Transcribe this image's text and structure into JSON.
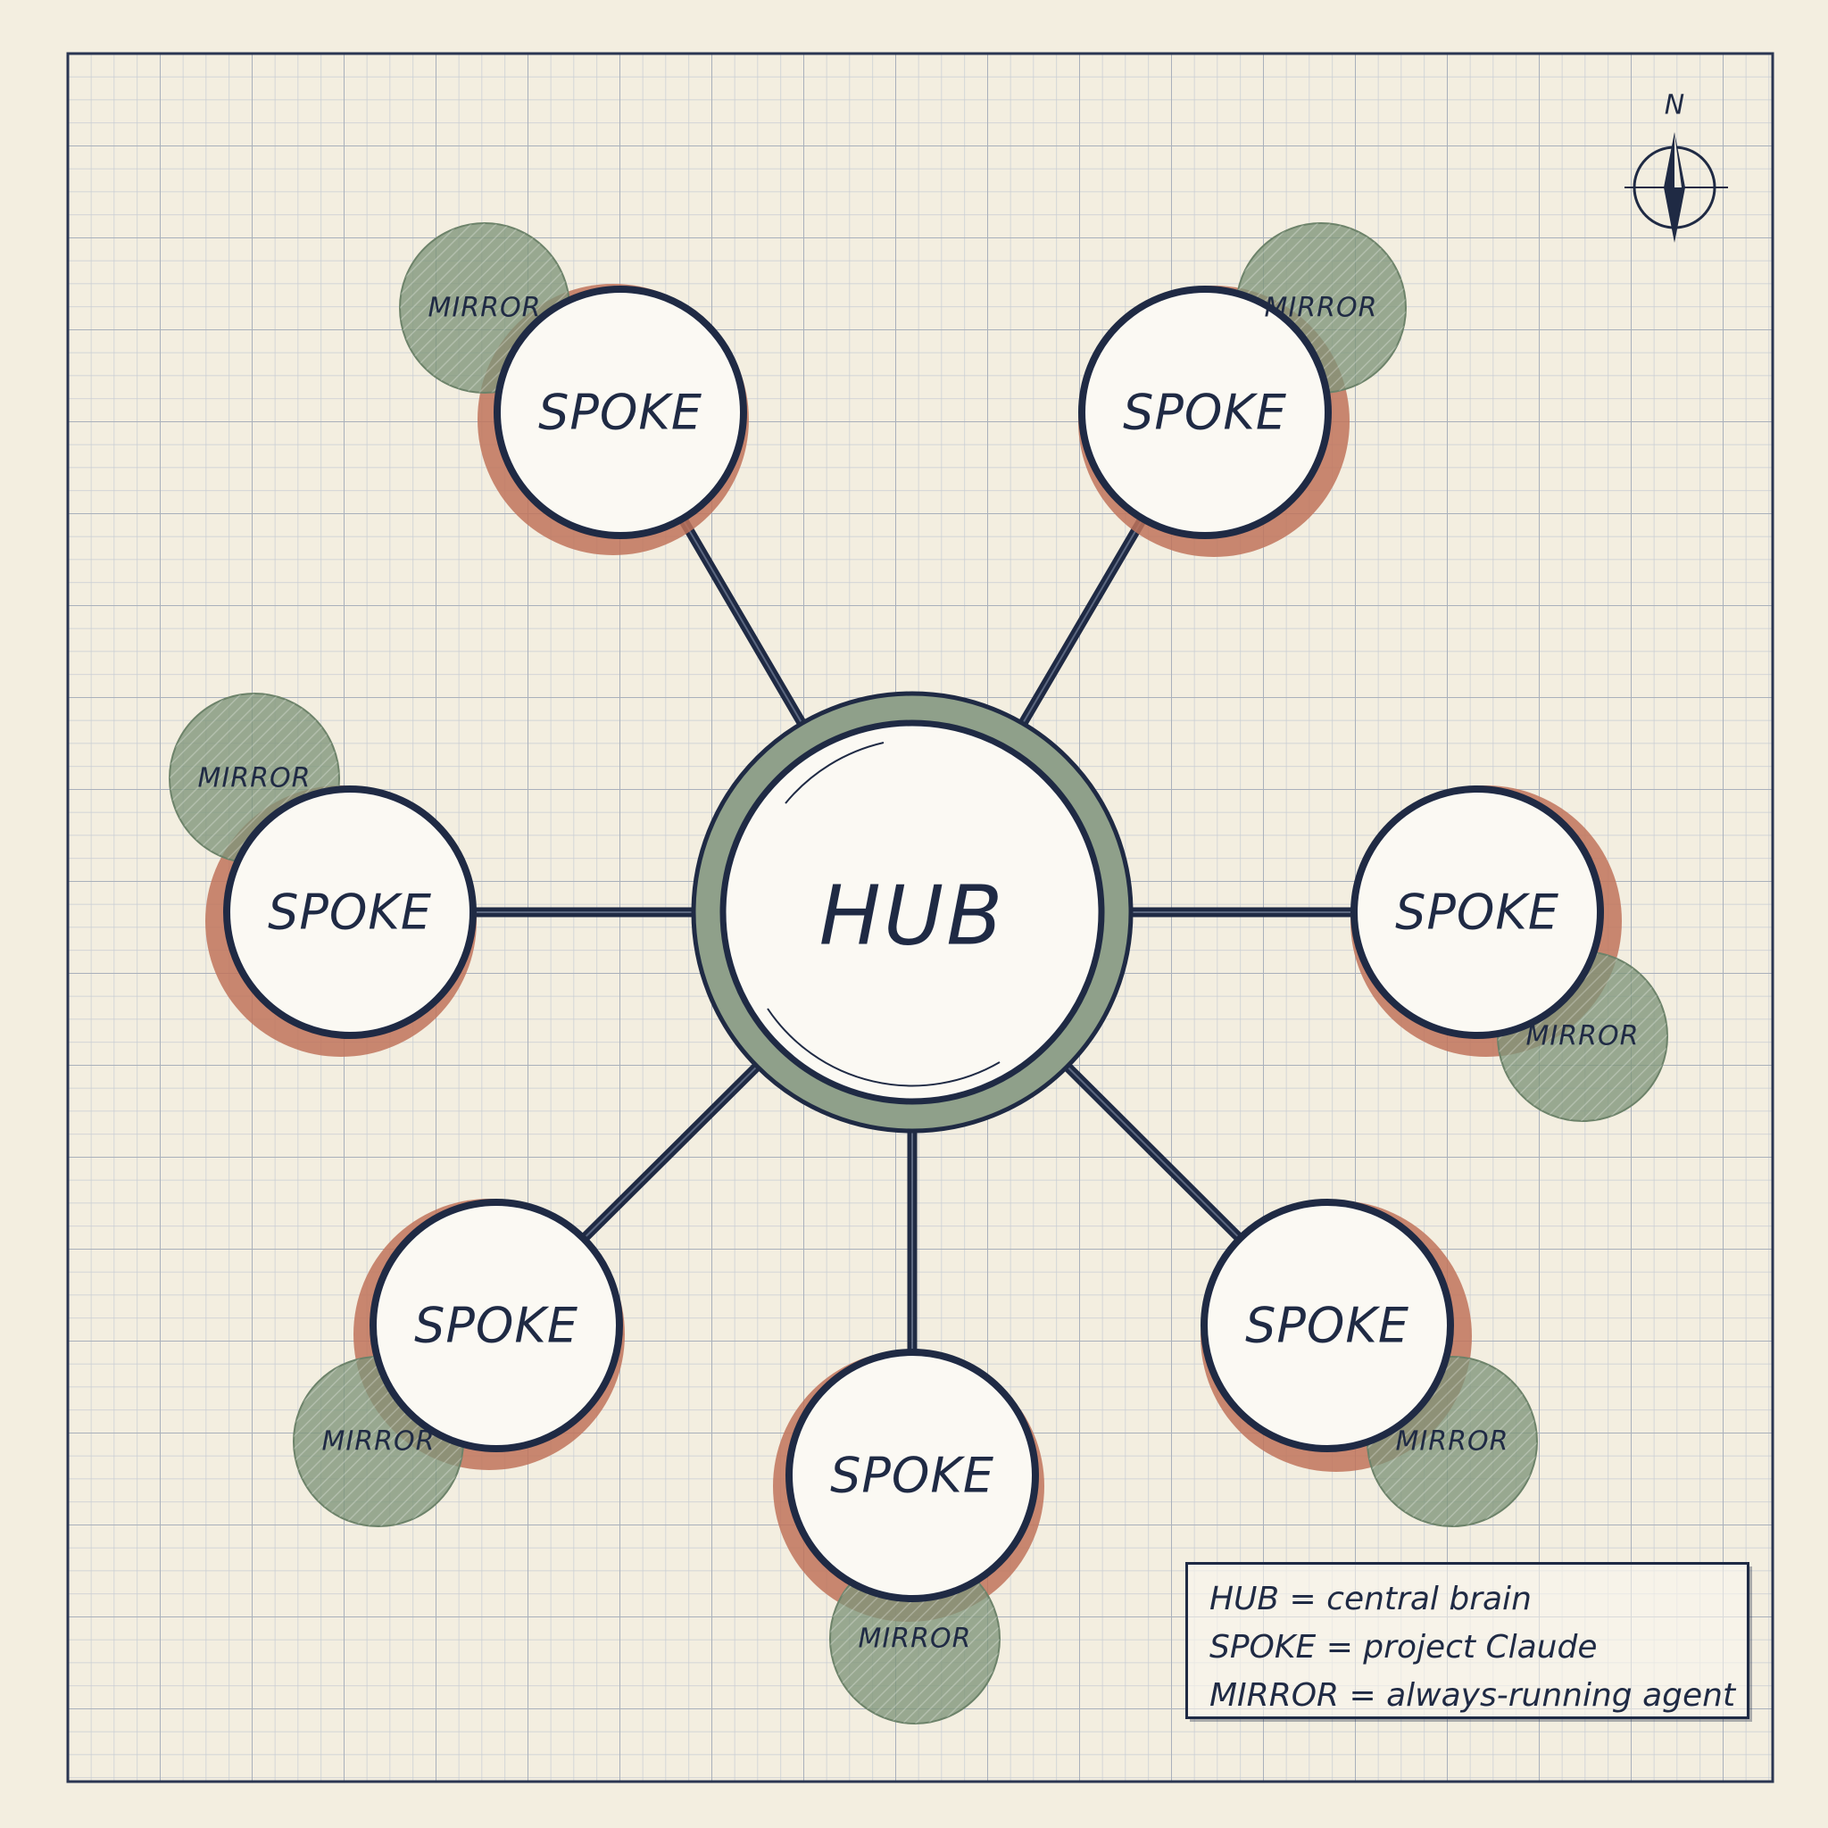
{
  "hub": {
    "label": "HUB"
  },
  "spokes": [
    {
      "label": "SPOKE",
      "mirror": "MIRROR"
    },
    {
      "label": "SPOKE",
      "mirror": "MIRROR"
    },
    {
      "label": "SPOKE",
      "mirror": "MIRROR"
    },
    {
      "label": "SPOKE",
      "mirror": "MIRROR"
    },
    {
      "label": "SPOKE",
      "mirror": "MIRROR"
    },
    {
      "label": "SPOKE",
      "mirror": "MIRROR"
    },
    {
      "label": "SPOKE",
      "mirror": "MIRROR"
    }
  ],
  "compass": {
    "label": "N"
  },
  "legend": [
    "HUB = central brain",
    "SPOKE = project Claude",
    "MIRROR = always-running agent"
  ],
  "colors": {
    "ink": "#1f2a44",
    "mirror_green": "#7d957a",
    "shadow_red": "#c0735a",
    "hub_ring": "#8fa08a",
    "paper": "#f3eee0",
    "grid": "#c9cdd2"
  }
}
